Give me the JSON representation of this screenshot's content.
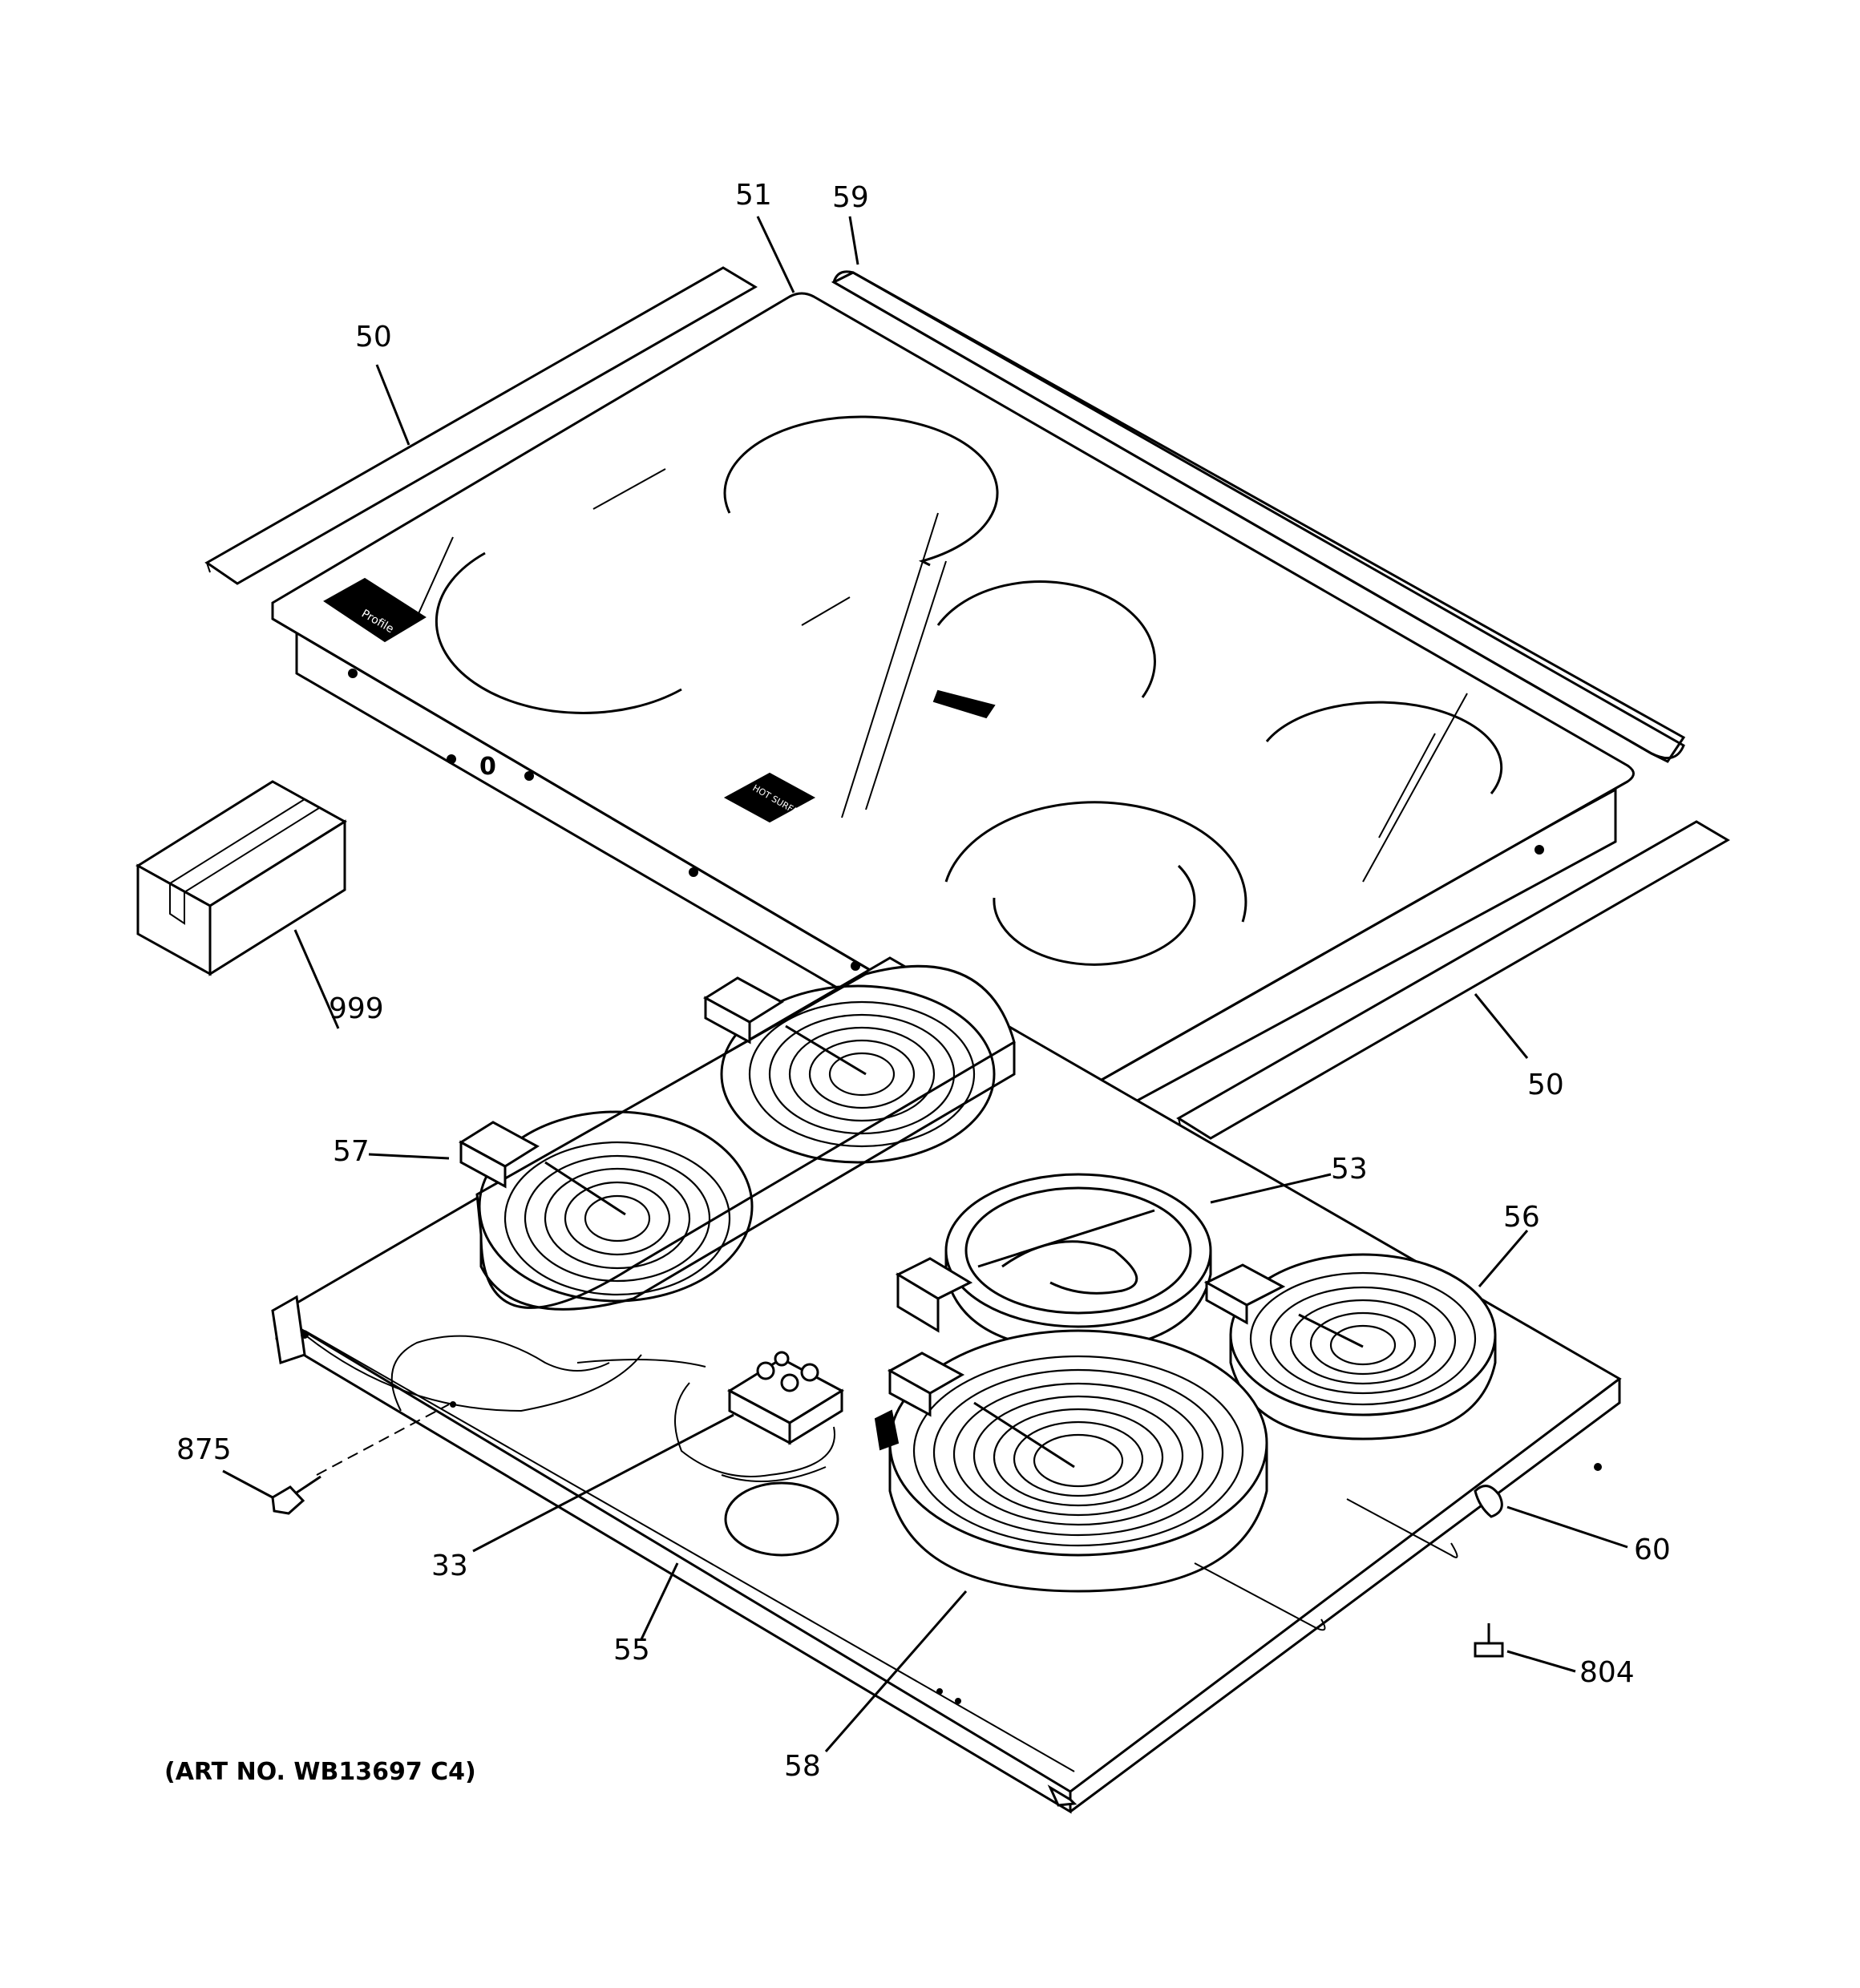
{
  "diagram": {
    "art_number": "(ART NO. WB13697 C4)",
    "brand_label": "Profile",
    "warning_label": "HOT SURFACE"
  },
  "callouts": {
    "c51": "51",
    "c59": "59",
    "c50_top": "50",
    "c50_right": "50",
    "c999": "999",
    "c57": "57",
    "c53": "53",
    "c56": "56",
    "c875": "875",
    "c33": "33",
    "c55": "55",
    "c58": "58",
    "c60": "60",
    "c804": "804"
  }
}
